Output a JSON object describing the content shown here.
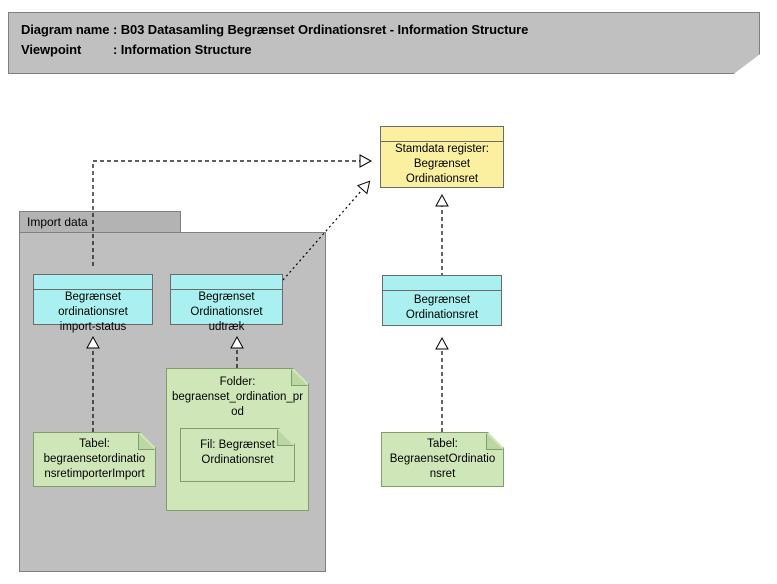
{
  "header": {
    "row1": {
      "label": "Diagram name",
      "separator": ":",
      "value": "B03 Datasamling Begrænset Ordinationsret - Information Structure"
    },
    "row2": {
      "label": "Viewpoint",
      "separator": ":",
      "value": "Information Structure"
    }
  },
  "package": {
    "name": "Import data"
  },
  "nodes": {
    "stamdata_register": {
      "line1": "Stamdata register:",
      "line2": "Begrænset",
      "line3": "Ordinationsret",
      "color": "#faf0a0",
      "type": "data-object"
    },
    "begraenset_ordinationsret_import_status": {
      "line1": "Begrænset",
      "line2": "ordinationsret",
      "line3": "import-status",
      "color": "#aaf0f0",
      "type": "data-object"
    },
    "begraenset_ordinationsret_udtraek": {
      "line1": "Begrænset",
      "line2": "Ordinationsret",
      "line3": "udtræk",
      "color": "#aaf0f0",
      "type": "data-object"
    },
    "begraenset_ordinationsret": {
      "line1": "Begrænset",
      "line2": "Ordinationsret",
      "color": "#aaf0f0",
      "type": "data-object"
    },
    "tabel_import": {
      "line1": "Tabel:",
      "line2": "begraensetordinatio",
      "line3": "nsretimporterImport",
      "color": "#cfe7b8",
      "type": "artifact"
    },
    "folder_prod": {
      "line1": "Folder:",
      "line2": "begraenset_ordination_pr",
      "line3": "od",
      "color": "#cfe7b8",
      "type": "artifact"
    },
    "fil_begraenset": {
      "line1": "Fil: Begrænset",
      "line2": "Ordinationsret",
      "color": "#cfe7b8",
      "type": "artifact"
    },
    "tabel_begraenset": {
      "line1": "Tabel:",
      "line2": "BegraensetOrdinatio",
      "line3": "nsret",
      "color": "#cfe7b8",
      "type": "artifact"
    }
  },
  "connectors": [
    {
      "name": "import-status-to-stamdata-register",
      "style": "dashed",
      "arrow": "hollow-triangle"
    },
    {
      "name": "udtraek-to-stamdata-register",
      "style": "dotted",
      "arrow": "hollow-triangle"
    },
    {
      "name": "tabel-import-to-import-status",
      "style": "dashed",
      "arrow": "hollow-triangle"
    },
    {
      "name": "folder-prod-to-udtraek",
      "style": "dashed",
      "arrow": "hollow-triangle"
    },
    {
      "name": "begraenset-ordinationsret-to-stamdata-register",
      "style": "dashed",
      "arrow": "hollow-triangle"
    },
    {
      "name": "tabel-begraenset-to-begraenset-ordinationsret",
      "style": "dashed",
      "arrow": "hollow-triangle"
    }
  ],
  "colors": {
    "banner_fill": "#c0c0c0",
    "package_fill": "#bfbfbf",
    "package_tab_fill": "#b3b3b3",
    "data_object_cyan": "#aaf0f0",
    "data_object_yellow": "#faf0a0",
    "artifact_green": "#cfe7b8",
    "line": "#000000"
  }
}
